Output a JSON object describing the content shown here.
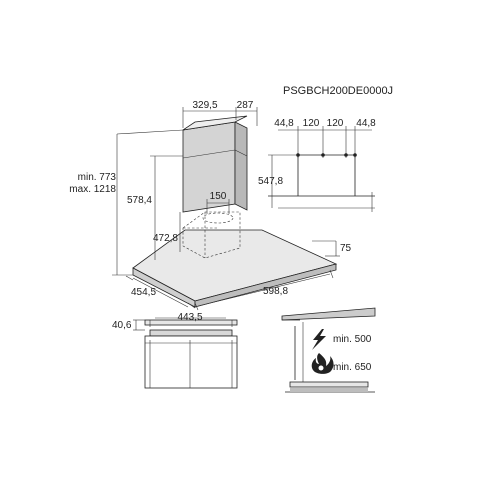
{
  "model_code": "PSGBCH200DE0000J",
  "main_view": {
    "chimney_width": "329,5",
    "chimney_depth": "287",
    "height_range_min": "min. 773",
    "height_range_max": "max. 1218",
    "chimney_height": "578,4",
    "motor_height": "472,8",
    "outlet_diameter": "150",
    "canopy_thickness": "75",
    "canopy_depth": "454,5",
    "canopy_width": "598,8"
  },
  "bracket_view": {
    "left_offset": "44,8",
    "spacing_1": "120",
    "spacing_2": "120",
    "right_offset": "44,8",
    "bracket_height": "547,8"
  },
  "front_view": {
    "chimney_width": "443,5",
    "top_height": "40,6"
  },
  "clearance_view": {
    "electric_label": "min. 500",
    "gas_label": "min. 650"
  },
  "colors": {
    "line": "#222222",
    "hood_fill": "#e6e6e6",
    "chimney_fill": "#cfcfcf"
  }
}
